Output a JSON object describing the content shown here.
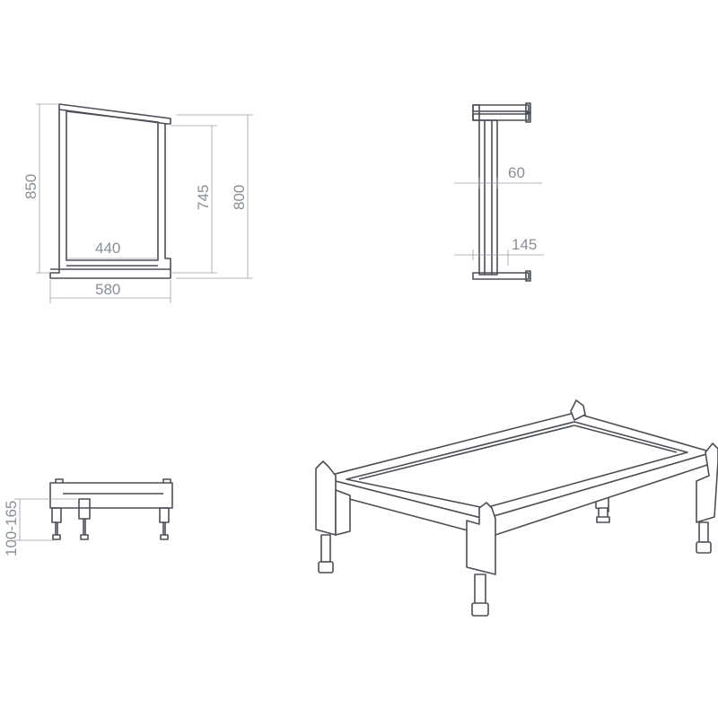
{
  "dimensions": {
    "front_height_total": "850",
    "front_height_inner": "745",
    "front_height_right": "800",
    "front_width_inner": "440",
    "front_width_total": "580",
    "side_tube": "60",
    "side_depth": "145",
    "foot_adjust": "100-165"
  },
  "colors": {
    "line": "#4b4f55",
    "dimension": "#9aa0a6",
    "text": "#8a8f96"
  }
}
